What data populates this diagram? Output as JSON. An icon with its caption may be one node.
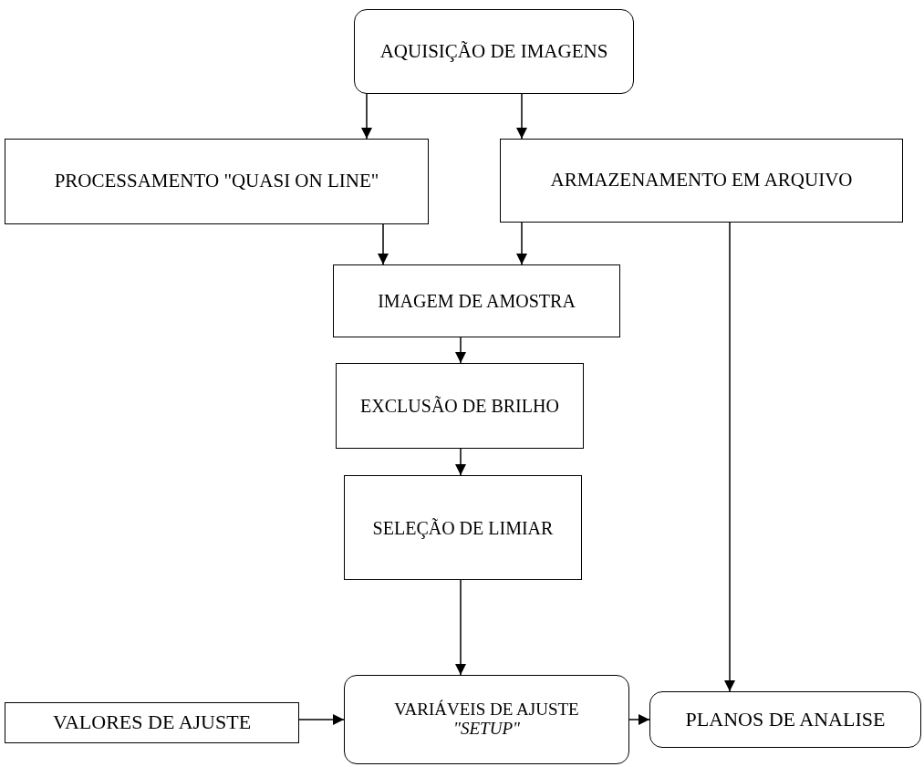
{
  "diagram": {
    "nodes": [
      {
        "text": [
          "AQUISIÇÃO DE IMAGENS"
        ]
      },
      {
        "text": [
          "PROCESSAMENTO \"QUASI ON LINE\""
        ]
      },
      {
        "text": [
          "ARMAZENAMENTO EM ARQUIVO"
        ]
      },
      {
        "text": [
          "IMAGEM DE AMOSTRA"
        ]
      },
      {
        "text": [
          "EXCLUSÃO DE BRILHO"
        ]
      },
      {
        "text": [
          "SELEÇÃO DE LIMIAR"
        ]
      },
      {
        "text": [
          "VALORES DE AJUSTE"
        ]
      },
      {
        "text": [
          "VARIÁVEIS DE AJUSTE",
          "\"SETUP\""
        ]
      },
      {
        "text": [
          "PLANOS DE ANALISE"
        ]
      }
    ],
    "edges": [
      {
        "from": 0,
        "to": 1,
        "arrow": "to"
      },
      {
        "from": 0,
        "to": 2,
        "arrow": "to"
      },
      {
        "from": 1,
        "to": 3,
        "arrow": "to"
      },
      {
        "from": 2,
        "to": 3,
        "arrow": "to"
      },
      {
        "from": 3,
        "to": 4,
        "arrow": "to"
      },
      {
        "from": 4,
        "to": 5,
        "arrow": "to"
      },
      {
        "from": 5,
        "to": 7,
        "arrow": "to"
      },
      {
        "from": 6,
        "to": 7,
        "arrow": "to"
      },
      {
        "from": 7,
        "to": 8,
        "arrow": "to"
      },
      {
        "from": 2,
        "to": 8,
        "arrow": "to"
      }
    ]
  }
}
